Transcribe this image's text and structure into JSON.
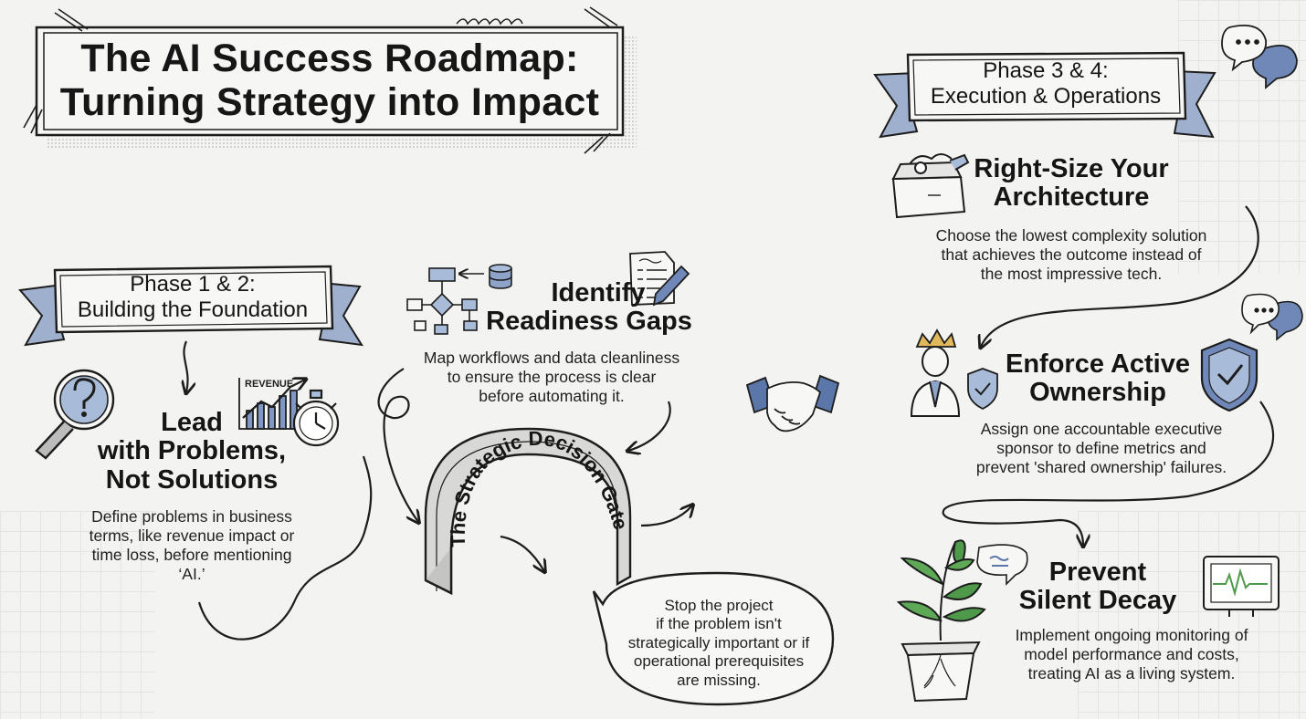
{
  "title": {
    "line1": "The AI Success Roadmap:",
    "line2": "Turning Strategy into Impact"
  },
  "phase12": {
    "line1": "Phase 1 & 2:",
    "line2": "Building the Foundation"
  },
  "phase34": {
    "line1": "Phase 3 & 4:",
    "line2": "Execution & Operations"
  },
  "lead": {
    "heading": [
      "Lead",
      "with Problems,",
      "Not Solutions"
    ],
    "body": [
      "Define problems in business",
      "terms, like revenue impact or",
      "time loss, before mentioning",
      "‘AI.’"
    ],
    "chart_label": "REVENUE"
  },
  "readiness": {
    "heading": [
      "Identify",
      "Readiness Gaps"
    ],
    "body": [
      "Map workflows and data cleanliness",
      "to ensure the process is clear",
      "before automating it."
    ]
  },
  "gate": {
    "label": "The Strategic Decision Gate",
    "bubble": [
      "Stop the project",
      "if the problem isn't",
      "strategically important or if",
      "operational prerequisites",
      "are missing."
    ]
  },
  "architecture": {
    "heading": [
      "Right-Size Your",
      "Architecture"
    ],
    "body": [
      "Choose the lowest complexity solution",
      "that achieves the outcome instead of",
      "the most impressive tech."
    ]
  },
  "ownership": {
    "heading": [
      "Enforce Active",
      "Ownership"
    ],
    "body": [
      "Assign one accountable executive",
      "sponsor to define metrics and",
      "prevent 'shared ownership' failures."
    ]
  },
  "decay": {
    "heading": [
      "Prevent",
      "Silent Decay"
    ],
    "body": [
      "Implement ongoing monitoring of",
      "model performance and costs,",
      "treating AI as a living system."
    ]
  },
  "colors": {
    "accent_blue": "#5b76a8",
    "ink": "#1d1d1d",
    "plant_green": "#4f9a4a",
    "background": "#f3f3f1"
  },
  "icons": [
    "magnifier-question-icon",
    "revenue-chart-icon",
    "stopwatch-icon",
    "flowchart-icon",
    "database-icon",
    "checklist-icon",
    "pen-icon",
    "handshake-icon",
    "toolbox-icon",
    "crown-icon",
    "executive-person-icon",
    "shield-check-icon",
    "chat-bubbles-icon",
    "plant-pot-icon",
    "monitor-heartbeat-icon"
  ]
}
